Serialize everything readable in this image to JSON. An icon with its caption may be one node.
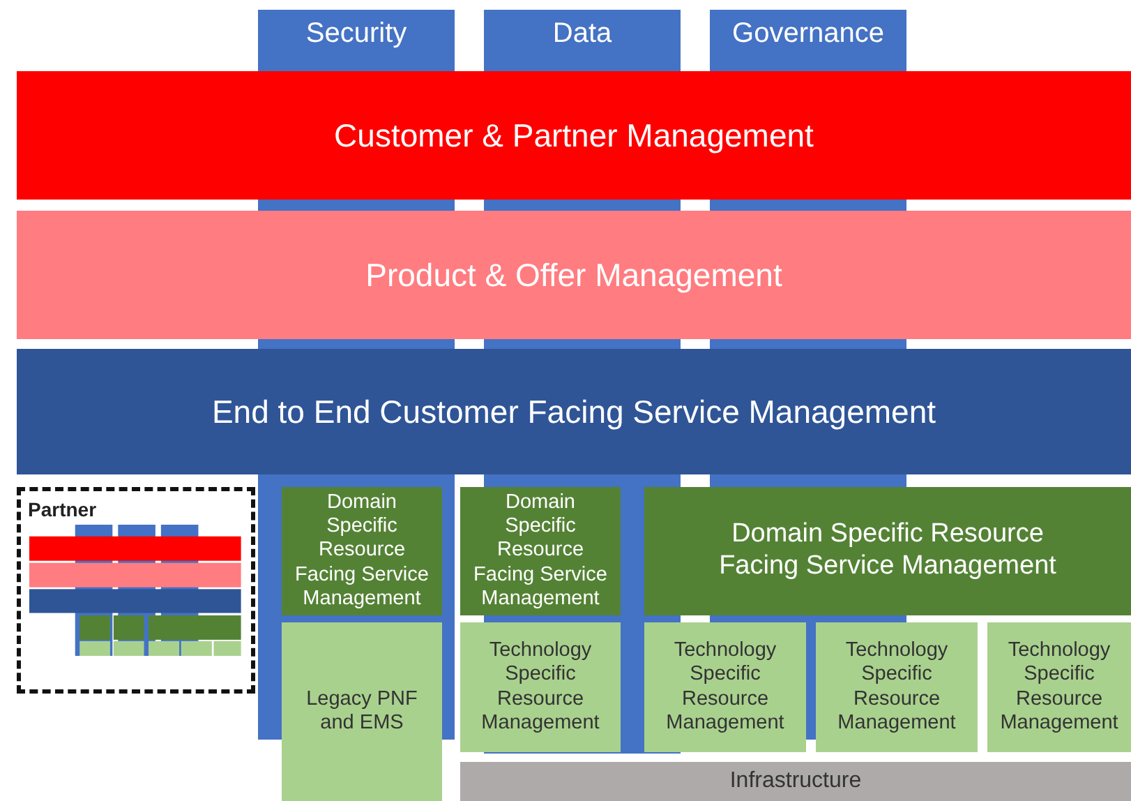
{
  "diagram": {
    "nodes": [
      {
        "text": [
          "Security"
        ]
      },
      {
        "text": [
          "Data"
        ]
      },
      {
        "text": [
          "Governance"
        ]
      },
      {
        "text": [
          "Customer & Partner Management"
        ]
      },
      {
        "text": [
          "Product & Offer Management"
        ]
      },
      {
        "text": [
          "End to End Customer Facing Service Management"
        ]
      },
      {
        "text": [
          "Partner"
        ]
      },
      {
        "text": [
          "Domain Specific Resource Facing Service Management"
        ]
      },
      {
        "text": [
          "Legacy PNF and EMS"
        ]
      },
      {
        "text": [
          "Domain Specific Resource Facing Service Management"
        ]
      },
      {
        "text": [
          "Technology Specific Resource Management"
        ]
      },
      {
        "text": [
          "Domain Specific Resource Facing Service Management"
        ]
      },
      {
        "text": [
          "Technology Specific Resource Management"
        ]
      },
      {
        "text": [
          "Technology Specific Resource Management"
        ]
      },
      {
        "text": [
          "Technology Specific Resource Management"
        ]
      },
      {
        "text": [
          "Infrastructure"
        ]
      }
    ]
  }
}
